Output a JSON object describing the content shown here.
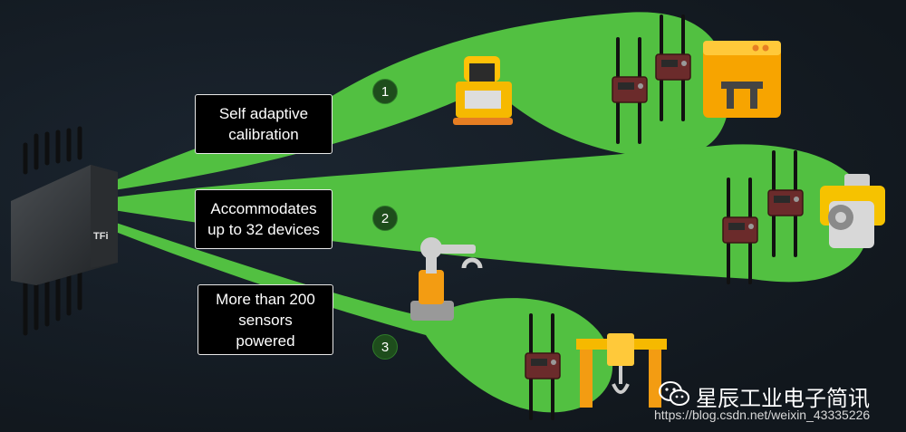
{
  "callouts": [
    {
      "lines": [
        "Self adaptive",
        "calibration"
      ]
    },
    {
      "lines": [
        "Accommodates",
        "up to 32 devices"
      ]
    },
    {
      "lines": [
        "More than 200",
        "sensors",
        "powered"
      ]
    }
  ],
  "badges": [
    "1",
    "2",
    "3"
  ],
  "device_logo": "TFi",
  "watermark": {
    "title": "星辰工业电子简讯",
    "url": "https://blog.csdn.net/weixin_43335226",
    "logo_icon": "wechat-icon"
  },
  "colors": {
    "beam": "#52c041",
    "badge": "#1e4d1c",
    "node_body": "#6b2b2b",
    "yellow": "#f6b900",
    "orange": "#f39c12"
  },
  "icons": [
    "router-icon",
    "sensor-node-icon",
    "theodolite-icon",
    "box-icon",
    "motor-icon",
    "robot-arm-icon",
    "gantry-crane-icon"
  ]
}
